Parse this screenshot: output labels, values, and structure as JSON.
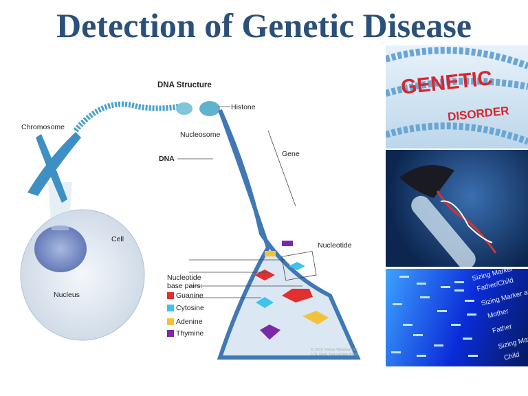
{
  "slide": {
    "title": "Detection of Genetic Disease",
    "title_color": "#2b5079"
  },
  "diagram": {
    "heading": "DNA Structure",
    "labels": {
      "chromosome": "Chromosome",
      "histone": "Histone",
      "nucleosome": "Nucleosome",
      "dna": "DNA",
      "gene": "Gene",
      "cell": "Cell",
      "nucleus": "Nucleus",
      "nucleotide": "Nucleotide"
    },
    "legend_title_1": "Nucleotide",
    "legend_title_2": "base pairs:",
    "legend": [
      {
        "label": "Guanine",
        "color": "#e03030"
      },
      {
        "label": "Cytosine",
        "color": "#3cc4ec"
      },
      {
        "label": "Adenine",
        "color": "#f2c23a"
      },
      {
        "label": "Thymine",
        "color": "#7a2aa8"
      }
    ],
    "copyright_1": "© 2015 Terese Winslow LLC",
    "copyright_2": "U.S. Govt. has certain rights"
  },
  "photos": {
    "top": {
      "word1": "GENETIC",
      "word2": "DISORDER"
    },
    "bottom": {
      "labels": [
        "Sizing Marker",
        "Father/Child",
        "Sizing Marker and",
        "Mother",
        "Father",
        "Sizing Marker",
        "Child"
      ]
    }
  }
}
